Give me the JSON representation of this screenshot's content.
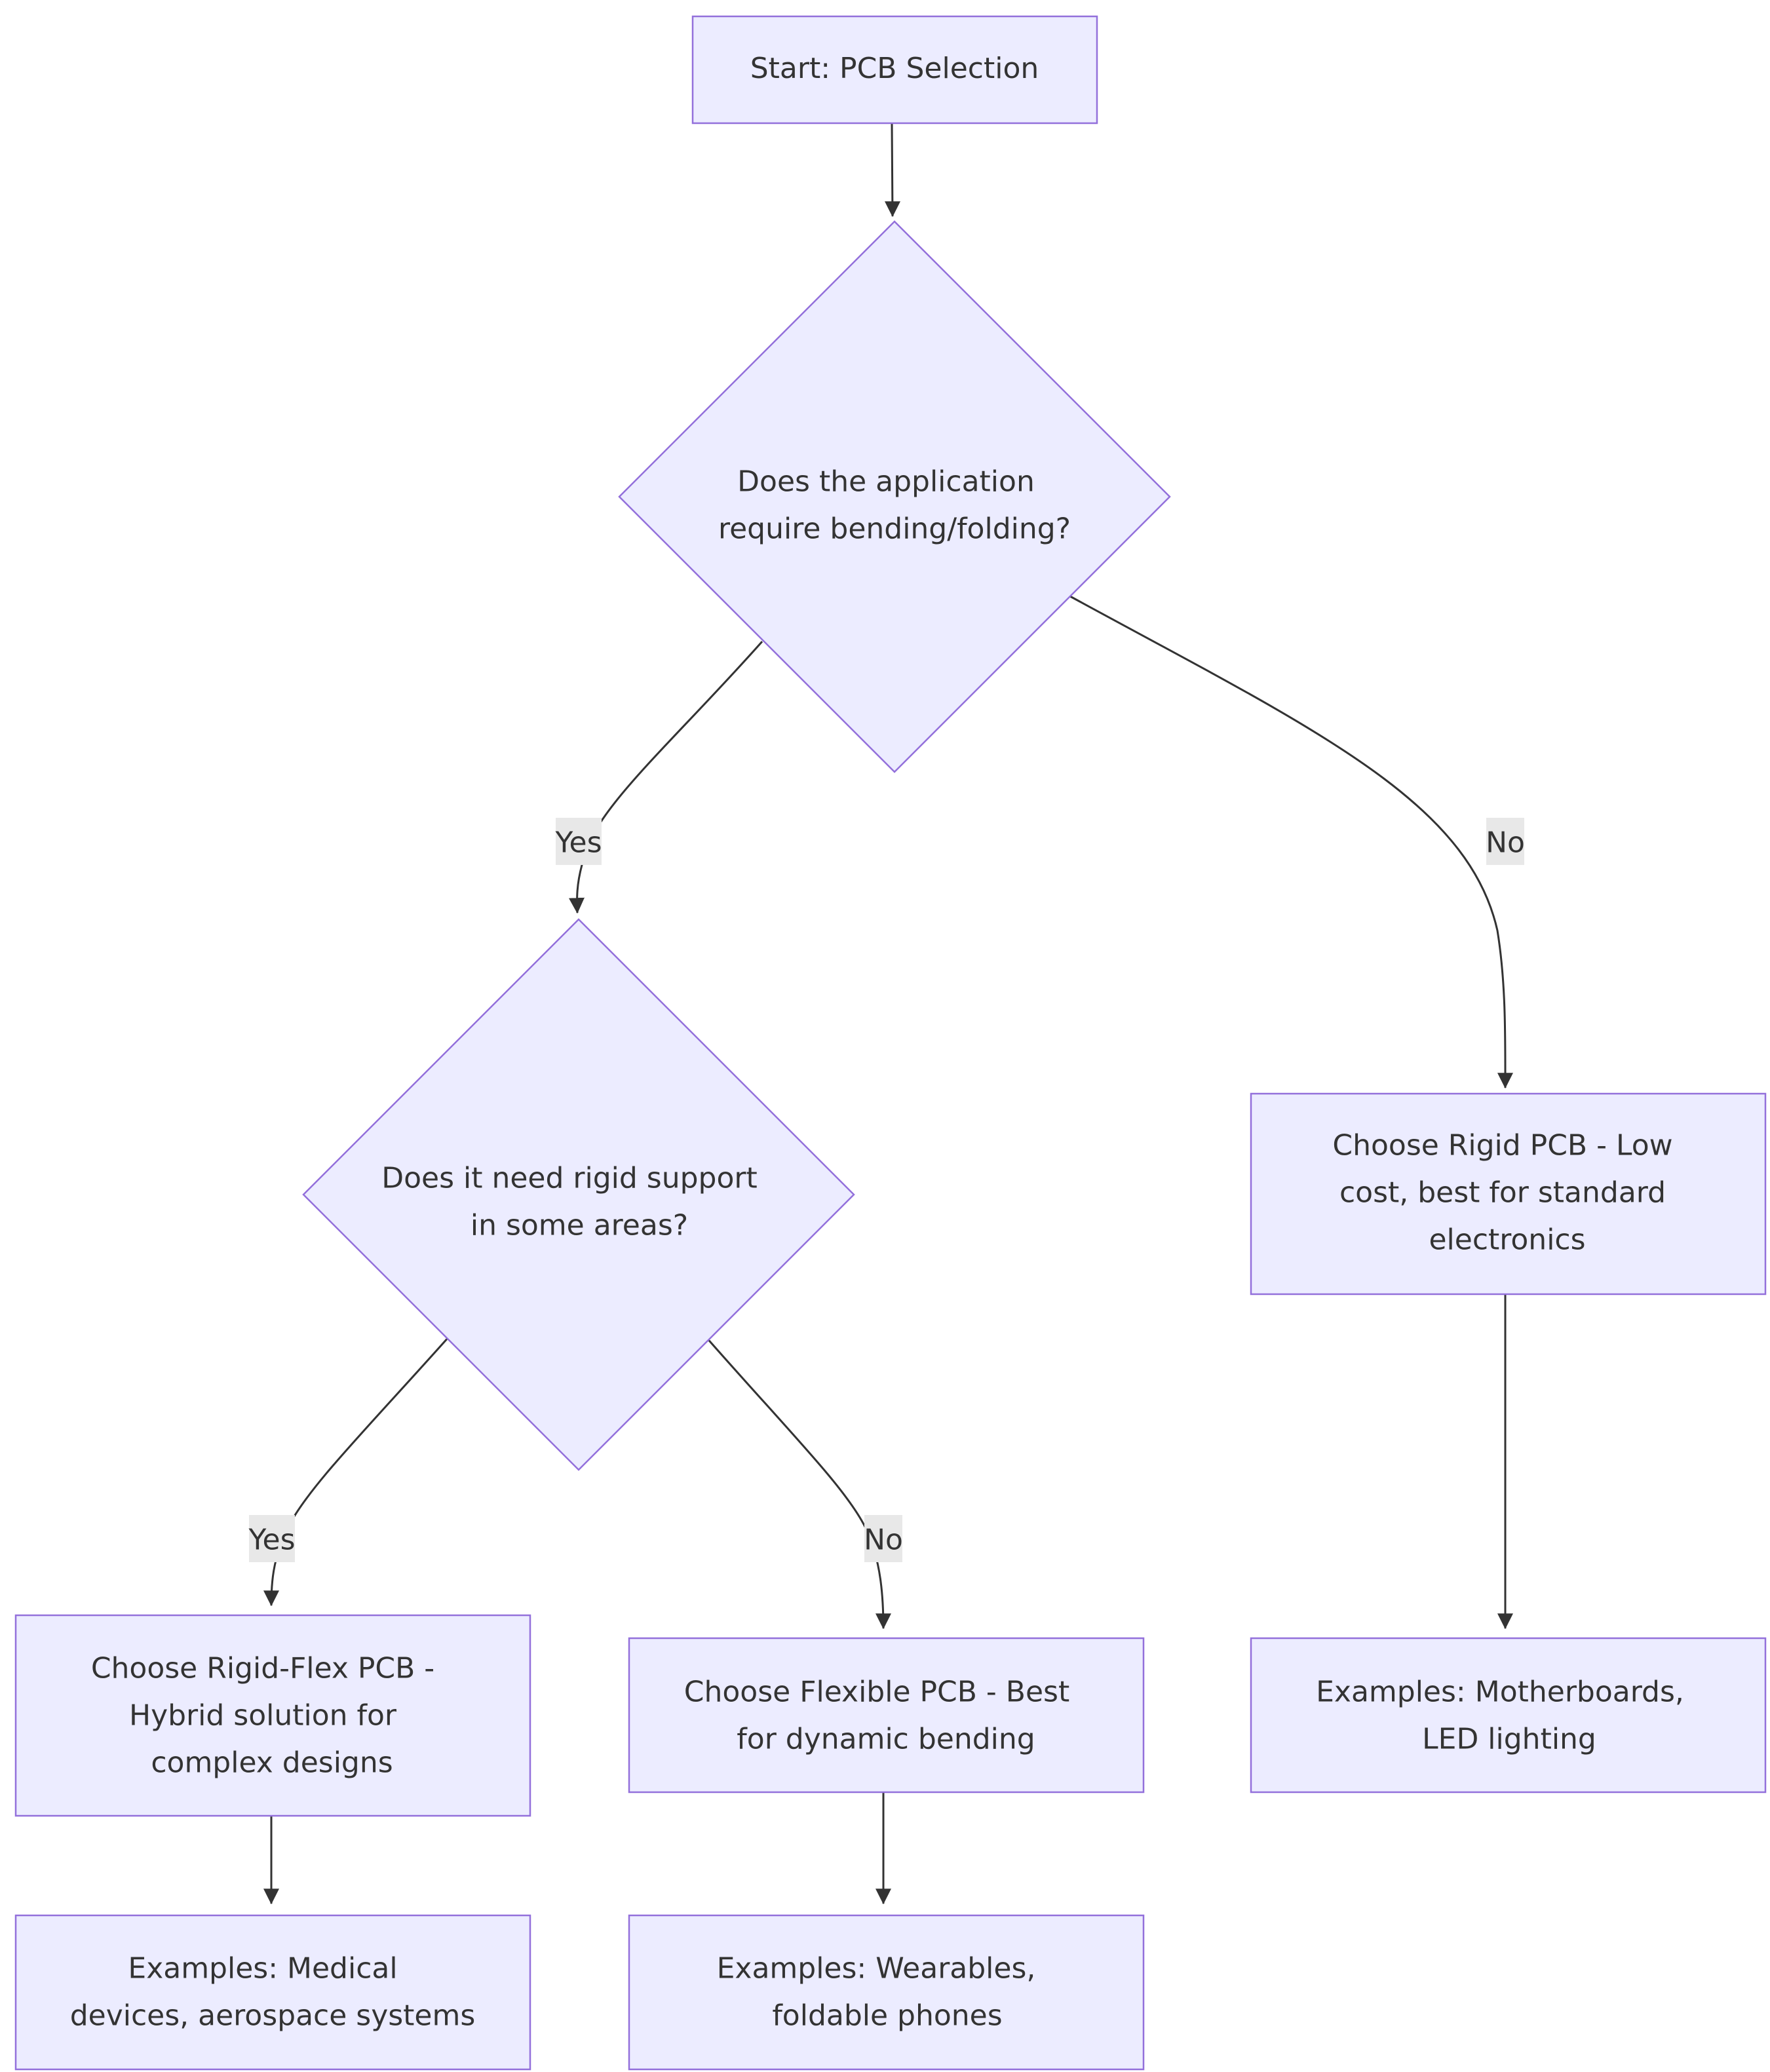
{
  "diagram": {
    "nodes": {
      "start": {
        "shape": "rect",
        "lines": [
          "Start: PCB Selection"
        ]
      },
      "q_bend": {
        "shape": "diamond",
        "lines": [
          "Does the application",
          "require bending/folding?"
        ]
      },
      "q_rigid": {
        "shape": "diamond",
        "lines": [
          "Does it need rigid support",
          "in some areas?"
        ]
      },
      "rigid_pcb": {
        "shape": "rect",
        "lines": [
          "Choose Rigid PCB - Low",
          "cost, best for standard",
          "electronics"
        ]
      },
      "rigid_flex_pcb": {
        "shape": "rect",
        "lines": [
          "Choose Rigid-Flex PCB -",
          "Hybrid solution for",
          "complex designs"
        ]
      },
      "flex_pcb": {
        "shape": "rect",
        "lines": [
          "Choose Flexible PCB - Best",
          "for dynamic bending"
        ]
      },
      "ex_rigid": {
        "shape": "rect",
        "lines": [
          "Examples: Motherboards,",
          "LED lighting"
        ]
      },
      "ex_rigid_flex": {
        "shape": "rect",
        "lines": [
          "Examples: Medical",
          "devices, aerospace systems"
        ]
      },
      "ex_flex": {
        "shape": "rect",
        "lines": [
          "Examples: Wearables,",
          "foldable phones"
        ]
      }
    },
    "edges": [
      {
        "from": "start",
        "to": "q_bend",
        "label": ""
      },
      {
        "from": "q_bend",
        "to": "q_rigid",
        "label": "Yes"
      },
      {
        "from": "q_bend",
        "to": "rigid_pcb",
        "label": "No"
      },
      {
        "from": "q_rigid",
        "to": "rigid_flex_pcb",
        "label": "Yes"
      },
      {
        "from": "q_rigid",
        "to": "flex_pcb",
        "label": "No"
      },
      {
        "from": "rigid_pcb",
        "to": "ex_rigid",
        "label": ""
      },
      {
        "from": "rigid_flex_pcb",
        "to": "ex_rigid_flex",
        "label": ""
      },
      {
        "from": "flex_pcb",
        "to": "ex_flex",
        "label": ""
      }
    ]
  },
  "colors": {
    "node_fill": "#ECECFF",
    "node_stroke": "#9370DB",
    "edge": "#333333",
    "text": "#333333",
    "edge_label_bg": "#e8e8e8"
  }
}
